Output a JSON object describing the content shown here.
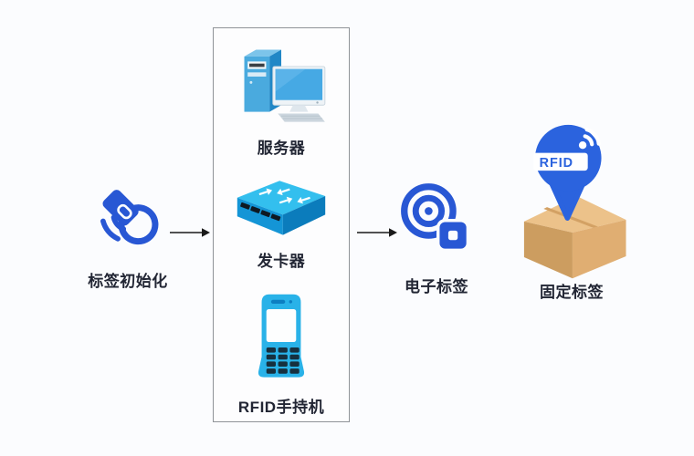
{
  "colors": {
    "background": "#fbfcfe",
    "accent_blue": "#2857d4",
    "pin_blue": "#2b63de",
    "device_cyan": "#29b2e8",
    "carton_tan": "#e0ae72",
    "label_text": "#222634",
    "arrow": "#1a1a1a",
    "panel_border": "#8f9398"
  },
  "flow": {
    "init": {
      "label": "标签初始化"
    },
    "panel": {
      "server": {
        "label": "服务器"
      },
      "issuer": {
        "label": "发卡器"
      },
      "handheld": {
        "label": "RFID手持机"
      }
    },
    "etag": {
      "label": "电子标签"
    },
    "fixed": {
      "label": "固定标签",
      "pin_text": "RFID"
    }
  }
}
